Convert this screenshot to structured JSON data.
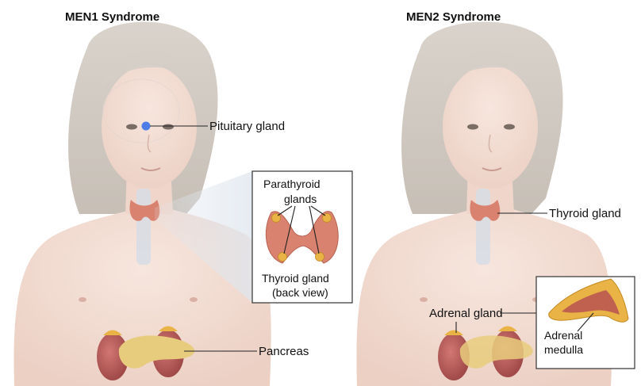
{
  "panels": {
    "left": {
      "title": "MEN1 Syndrome"
    },
    "right": {
      "title": "MEN2 Syndrome"
    }
  },
  "labels": {
    "pituitary": "Pituitary gland",
    "pancreas": "Pancreas",
    "thyroid": "Thyroid gland",
    "adrenal": "Adrenal gland"
  },
  "inset_thyroid": {
    "parathyroid_line1": "Parathyroid",
    "parathyroid_line2": "glands",
    "caption_line1": "Thyroid gland",
    "caption_line2": "(back view)"
  },
  "inset_adrenal": {
    "label_line1": "Adrenal",
    "label_line2": "medulla"
  },
  "colors": {
    "skin": "#f3ddd4",
    "hair": "#cfc8c0",
    "thyroid": "#d9826f",
    "gland_yellow": "#e9b445",
    "kidney": "#b85a58",
    "pancreas": "#e8cc7d",
    "pituitary": "#4f7de8"
  }
}
